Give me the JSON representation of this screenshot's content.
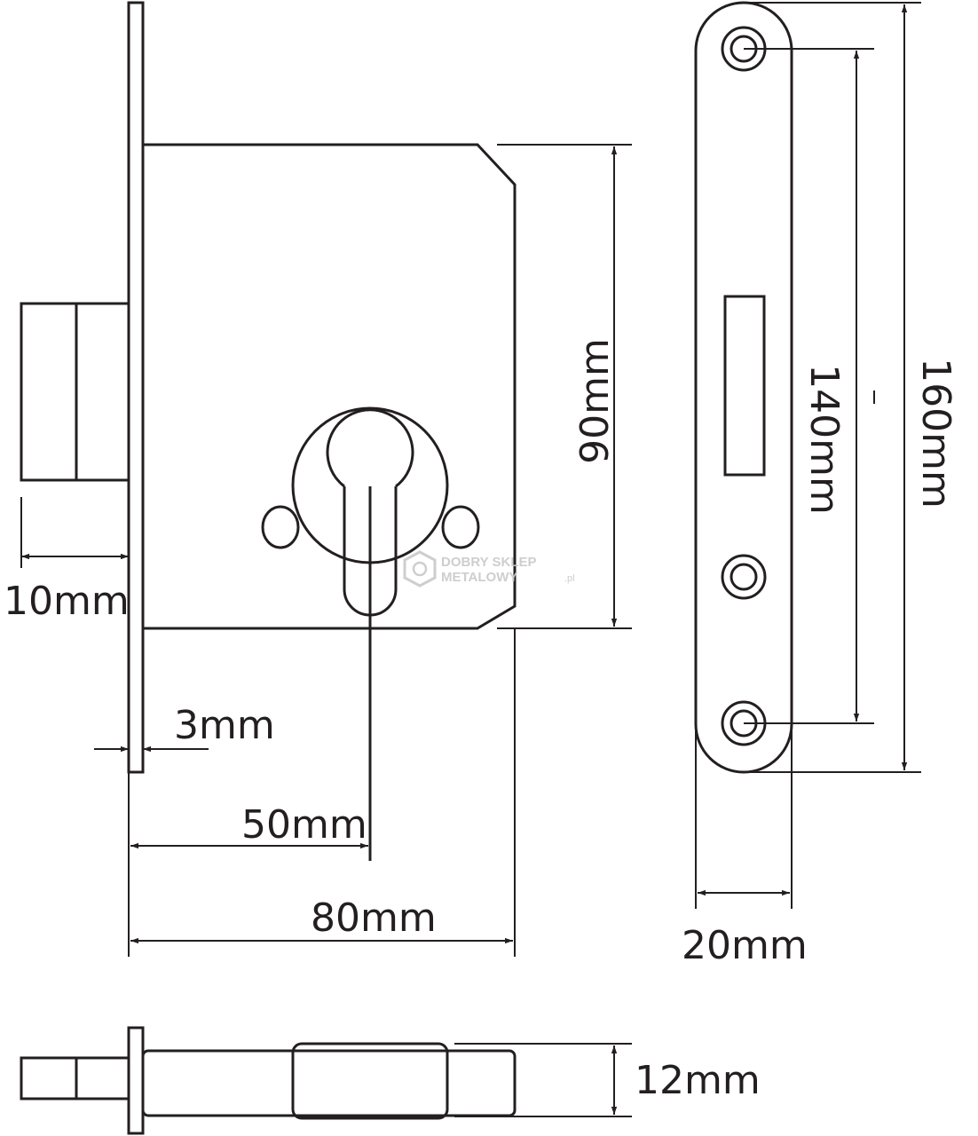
{
  "dimensions": {
    "forend_projection": "10mm",
    "forend_thickness": "3mm",
    "backset": "50mm",
    "case_depth": "80mm",
    "case_height": "90mm",
    "screw_spacing": "140mm",
    "faceplate_height": "160mm",
    "faceplate_width": "20mm",
    "case_thickness": "12mm"
  },
  "watermark": {
    "line1": "DOBRY SKLEP",
    "line2": "METALOWY",
    "suffix": ".pl"
  },
  "colors": {
    "line": "#231f20",
    "watermark": "#c9c9c9",
    "background": "#ffffff"
  }
}
